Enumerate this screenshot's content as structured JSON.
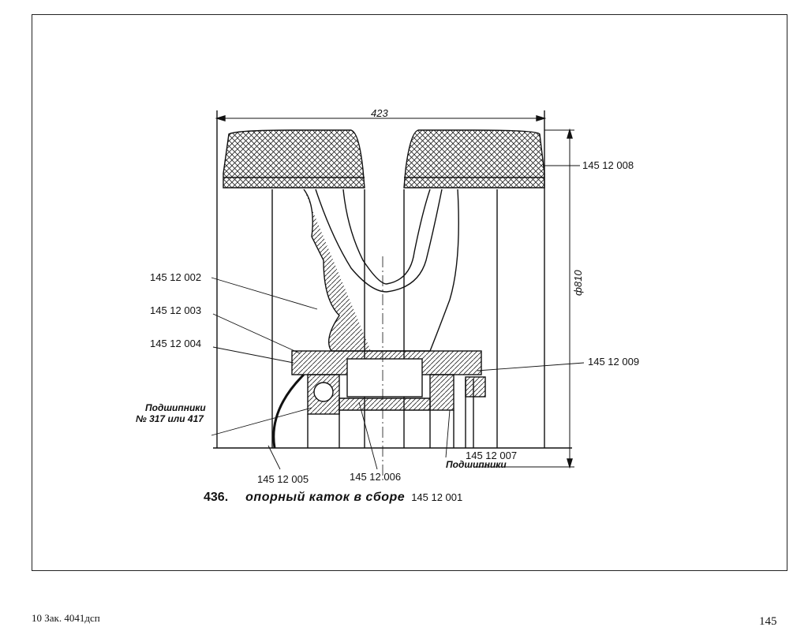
{
  "drawing": {
    "dimension_width": "423",
    "dimension_diameter": "ф810",
    "callouts": [
      "145 12 008",
      "145 12 002",
      "145 12 003",
      "145 12 004",
      "145 12 009",
      "145 12 007",
      "145 12 005",
      "145 12 006"
    ],
    "bearing_label_left_1": "Подшипники",
    "bearing_label_left_2": "№ 317 или 417",
    "bearing_label_right": "Подшипники"
  },
  "caption": {
    "number": "436.",
    "title": "опорный каток в сборе",
    "code": "145 12 001"
  },
  "footer": {
    "left": "10  Зак. 4041дсп",
    "page_number": "145"
  }
}
